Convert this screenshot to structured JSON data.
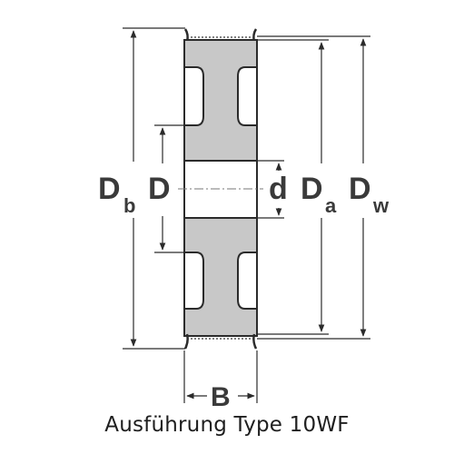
{
  "diagram": {
    "labels": {
      "db_main": "D",
      "db_sub": "b",
      "d_bore_outer": "D",
      "d_bore": "d",
      "da_main": "D",
      "da_sub": "a",
      "dw_main": "D",
      "dw_sub": "w",
      "width": "B"
    },
    "caption": "Ausführung Type 10WF",
    "colors": {
      "body_fill": "#c8c8c8",
      "outline": "#2b2b2b",
      "dim_line": "#2b2b2b",
      "text": "#3a3a3a"
    }
  }
}
